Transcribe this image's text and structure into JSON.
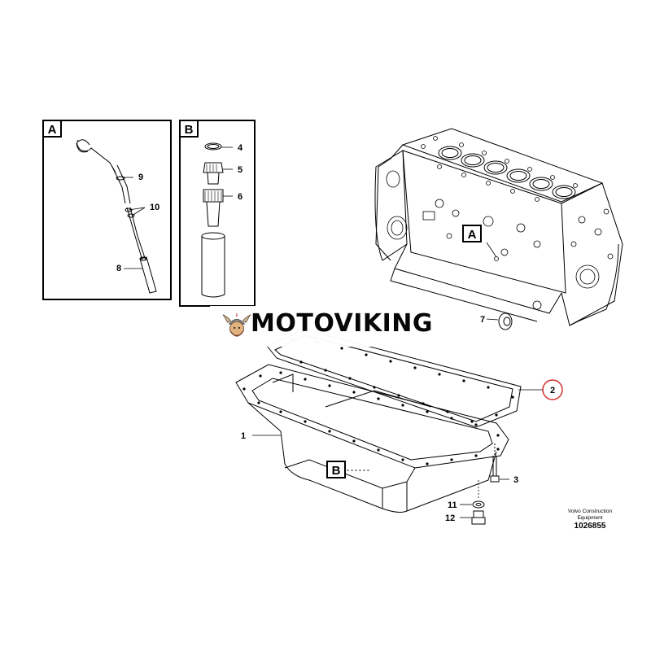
{
  "colors": {
    "line": "#000000",
    "highlight": "#d0312d",
    "background": "#ffffff",
    "brand_logo": "#b5462b"
  },
  "insets": [
    {
      "letter": "A"
    },
    {
      "letter": "B"
    }
  ],
  "callouts": {
    "c1": "1",
    "c2": "2",
    "c3": "3",
    "c4": "4",
    "c5": "5",
    "c6": "6",
    "c7": "7",
    "c8": "8",
    "c9": "9",
    "c10": "10",
    "c11": "11",
    "c12": "12"
  },
  "view_tags": {
    "a": "A",
    "b": "B"
  },
  "brand": {
    "name": "MOTOVIKING",
    "logo_icon": "viking-helmet-icon"
  },
  "footer": {
    "manufacturer": "Volvo Construction Equipment",
    "drawing_number": "1026855"
  }
}
